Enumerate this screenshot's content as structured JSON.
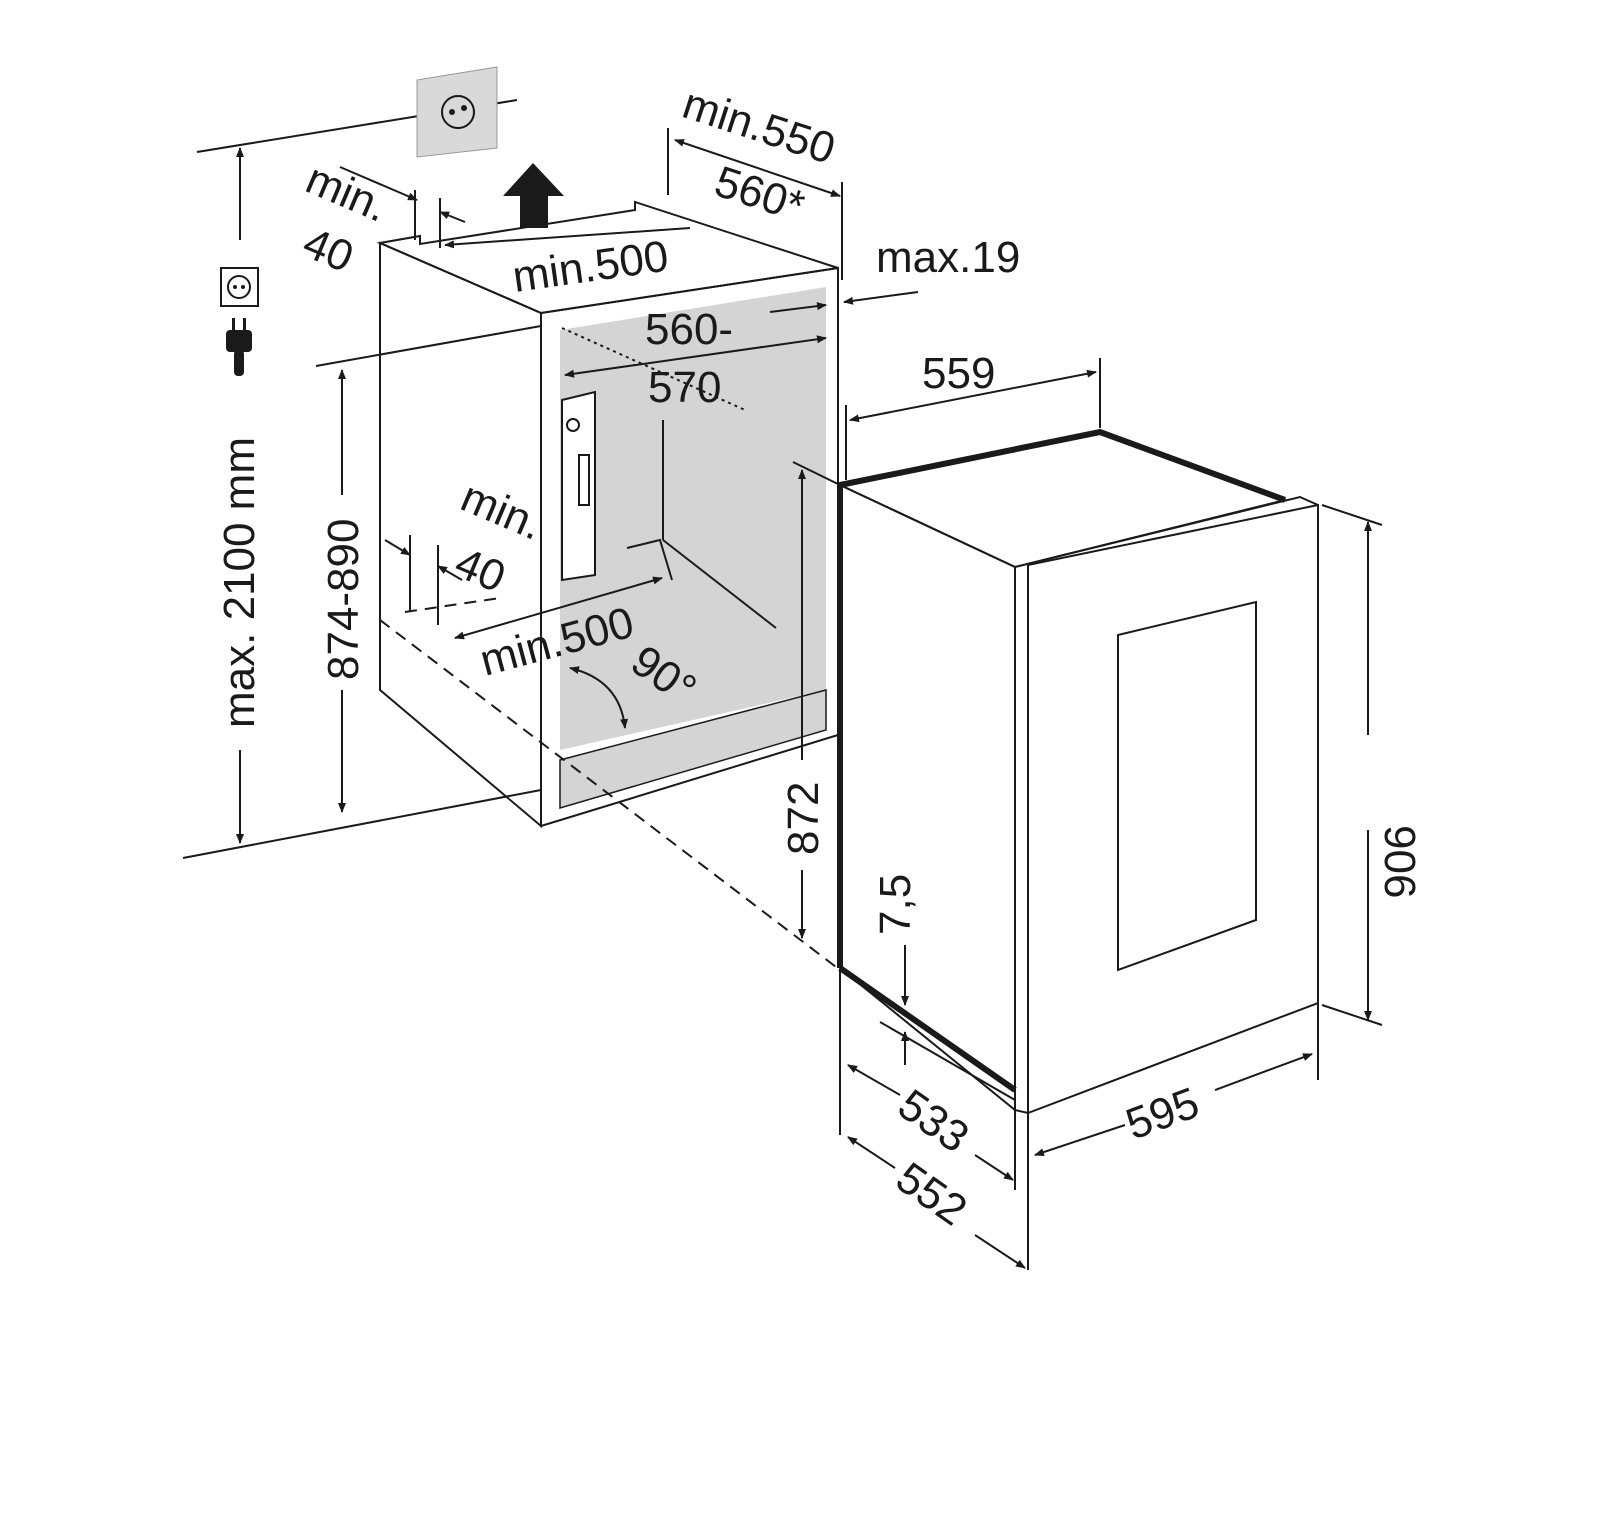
{
  "diagram": {
    "title": "Built-in installation dimensions",
    "colors": {
      "line": "#1a1a1a",
      "niche_fill": "#d4d4d4",
      "background": "#ffffff"
    },
    "labels": {
      "top_depth_min": "min.550",
      "top_depth_alt": "560*",
      "top_vent_min": "min.",
      "top_vent_value": "40",
      "top_vent_width": "min.500",
      "max_gap": "max.19",
      "niche_width_a": "560-",
      "niche_width_b": "570",
      "appliance_depth_top": "559",
      "bottom_vent_min": "min.",
      "bottom_vent_value": "40",
      "bottom_vent_width": "min.500",
      "door_angle": "90°",
      "niche_height": "874-890",
      "max_height": "max. 2100 mm",
      "appliance_height_body": "872",
      "plinth": "7,5",
      "appliance_height": "906",
      "appliance_width": "595",
      "depth_body": "533",
      "depth_total": "552"
    },
    "icons": [
      "wall-socket-icon",
      "socket-icon",
      "plug-icon",
      "airflow-arrow-icon"
    ]
  }
}
